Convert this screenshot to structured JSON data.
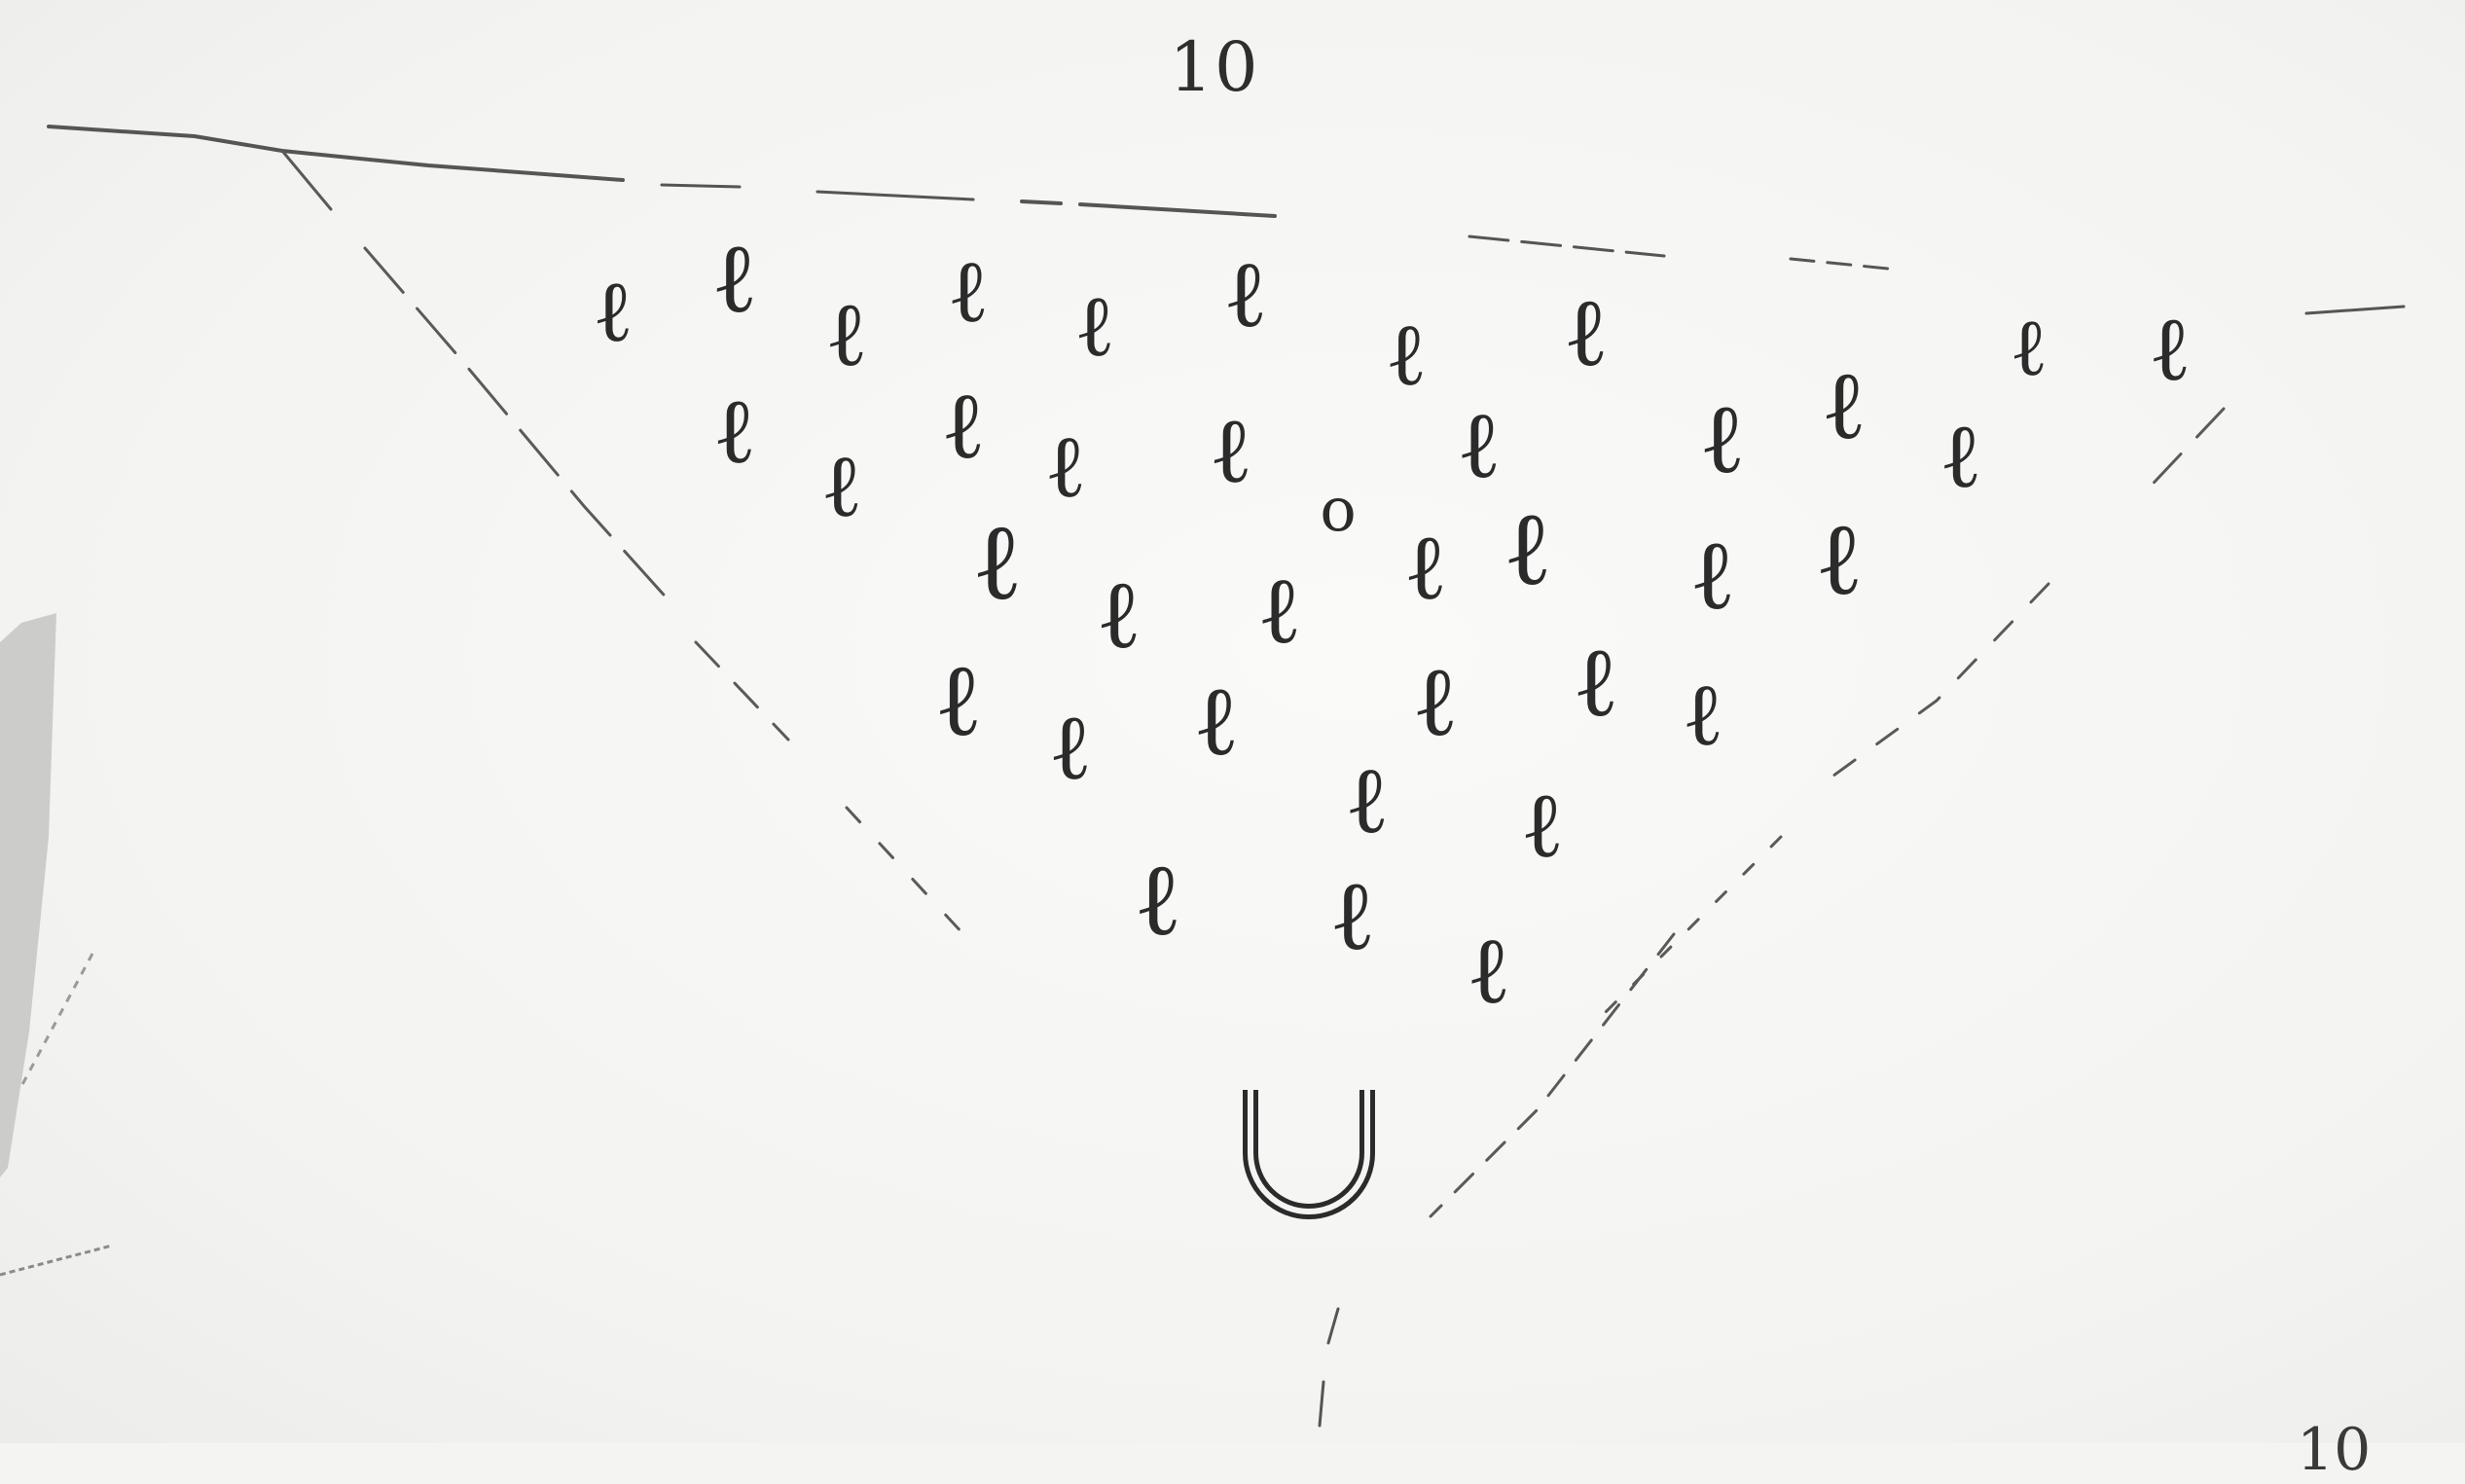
{
  "page": {
    "number": "10",
    "corner_number": "10"
  },
  "figure": {
    "figure_glyph": "ℓ",
    "small_glyph": "o",
    "ink_color": "#2b2b2b",
    "paper_color": "#f4f4f2"
  }
}
